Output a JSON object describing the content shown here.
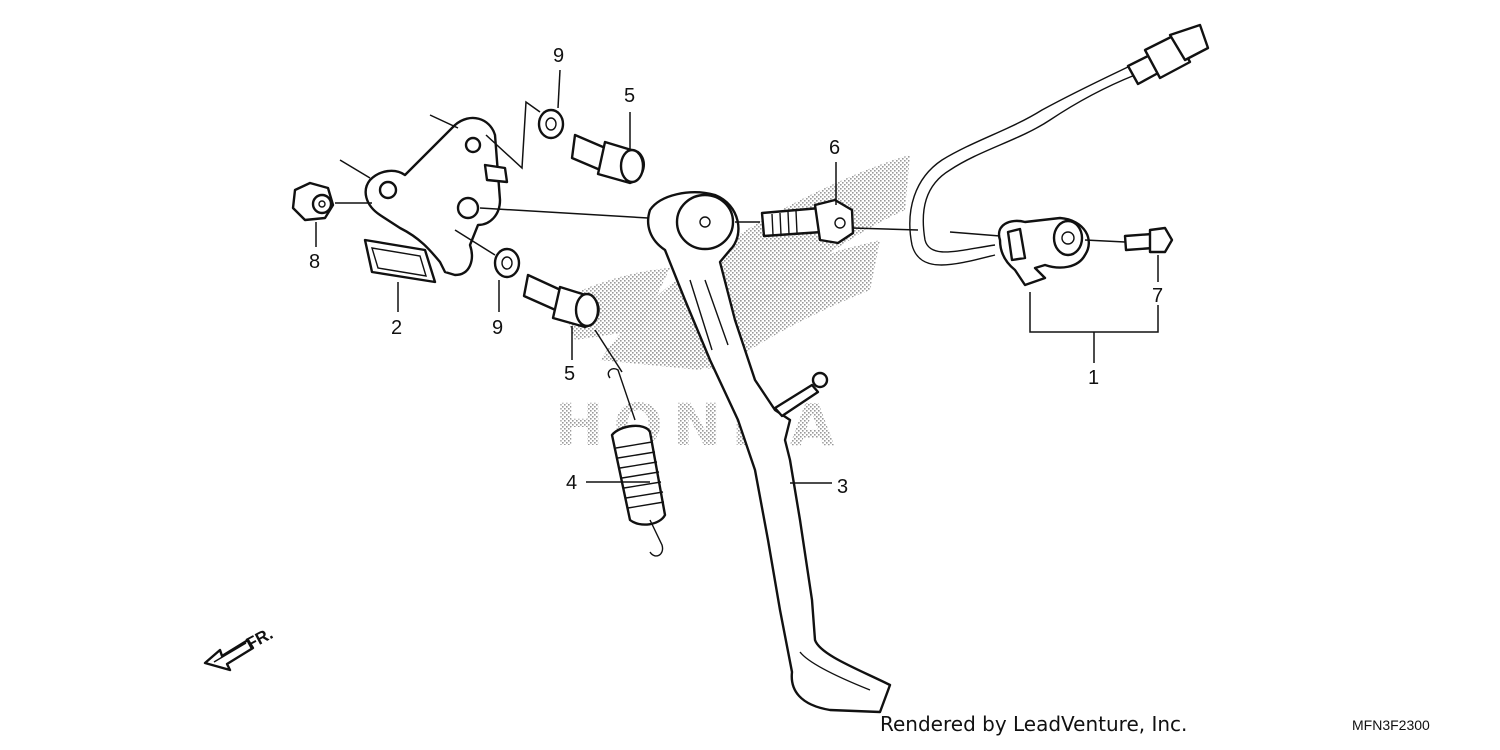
{
  "diagram": {
    "callouts": [
      "1",
      "2",
      "3",
      "4",
      "5",
      "5",
      "6",
      "7",
      "8",
      "9",
      "9"
    ],
    "direction_label": "FR.",
    "watermark_text": "HONDA"
  },
  "footer": {
    "credit": "Rendered by LeadVenture, Inc.",
    "code": "MFN3F2300"
  }
}
